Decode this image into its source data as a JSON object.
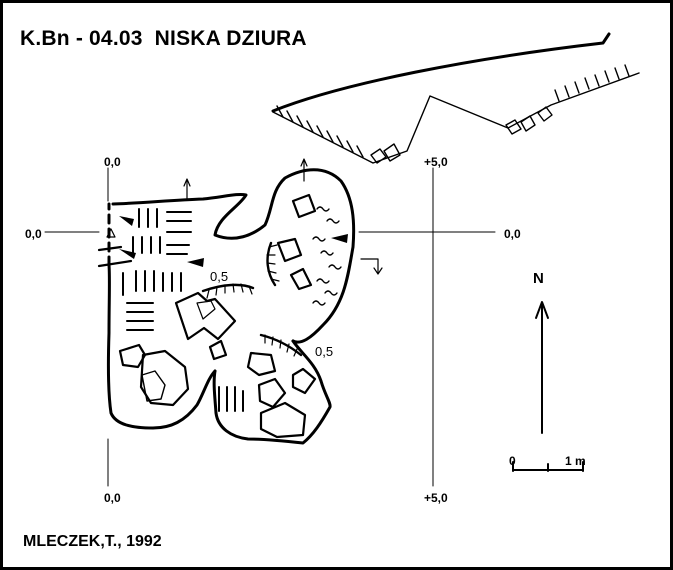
{
  "title": "K.Bn - 04.03  NISKA DZIURA",
  "author": "MLECZEK,T., 1992",
  "grid_labels": {
    "top_left": "0,0",
    "top_right": "+5,0",
    "left": "0,0",
    "right": "0,0",
    "bottom_left": "0,0",
    "bottom_right": "+5,0"
  },
  "depth_marks": [
    "0,5",
    "0,5"
  ],
  "north_label": "N",
  "scale": {
    "start": "0",
    "end": "1 m"
  },
  "colors": {
    "ink": "#000000",
    "paper": "#ffffff"
  }
}
